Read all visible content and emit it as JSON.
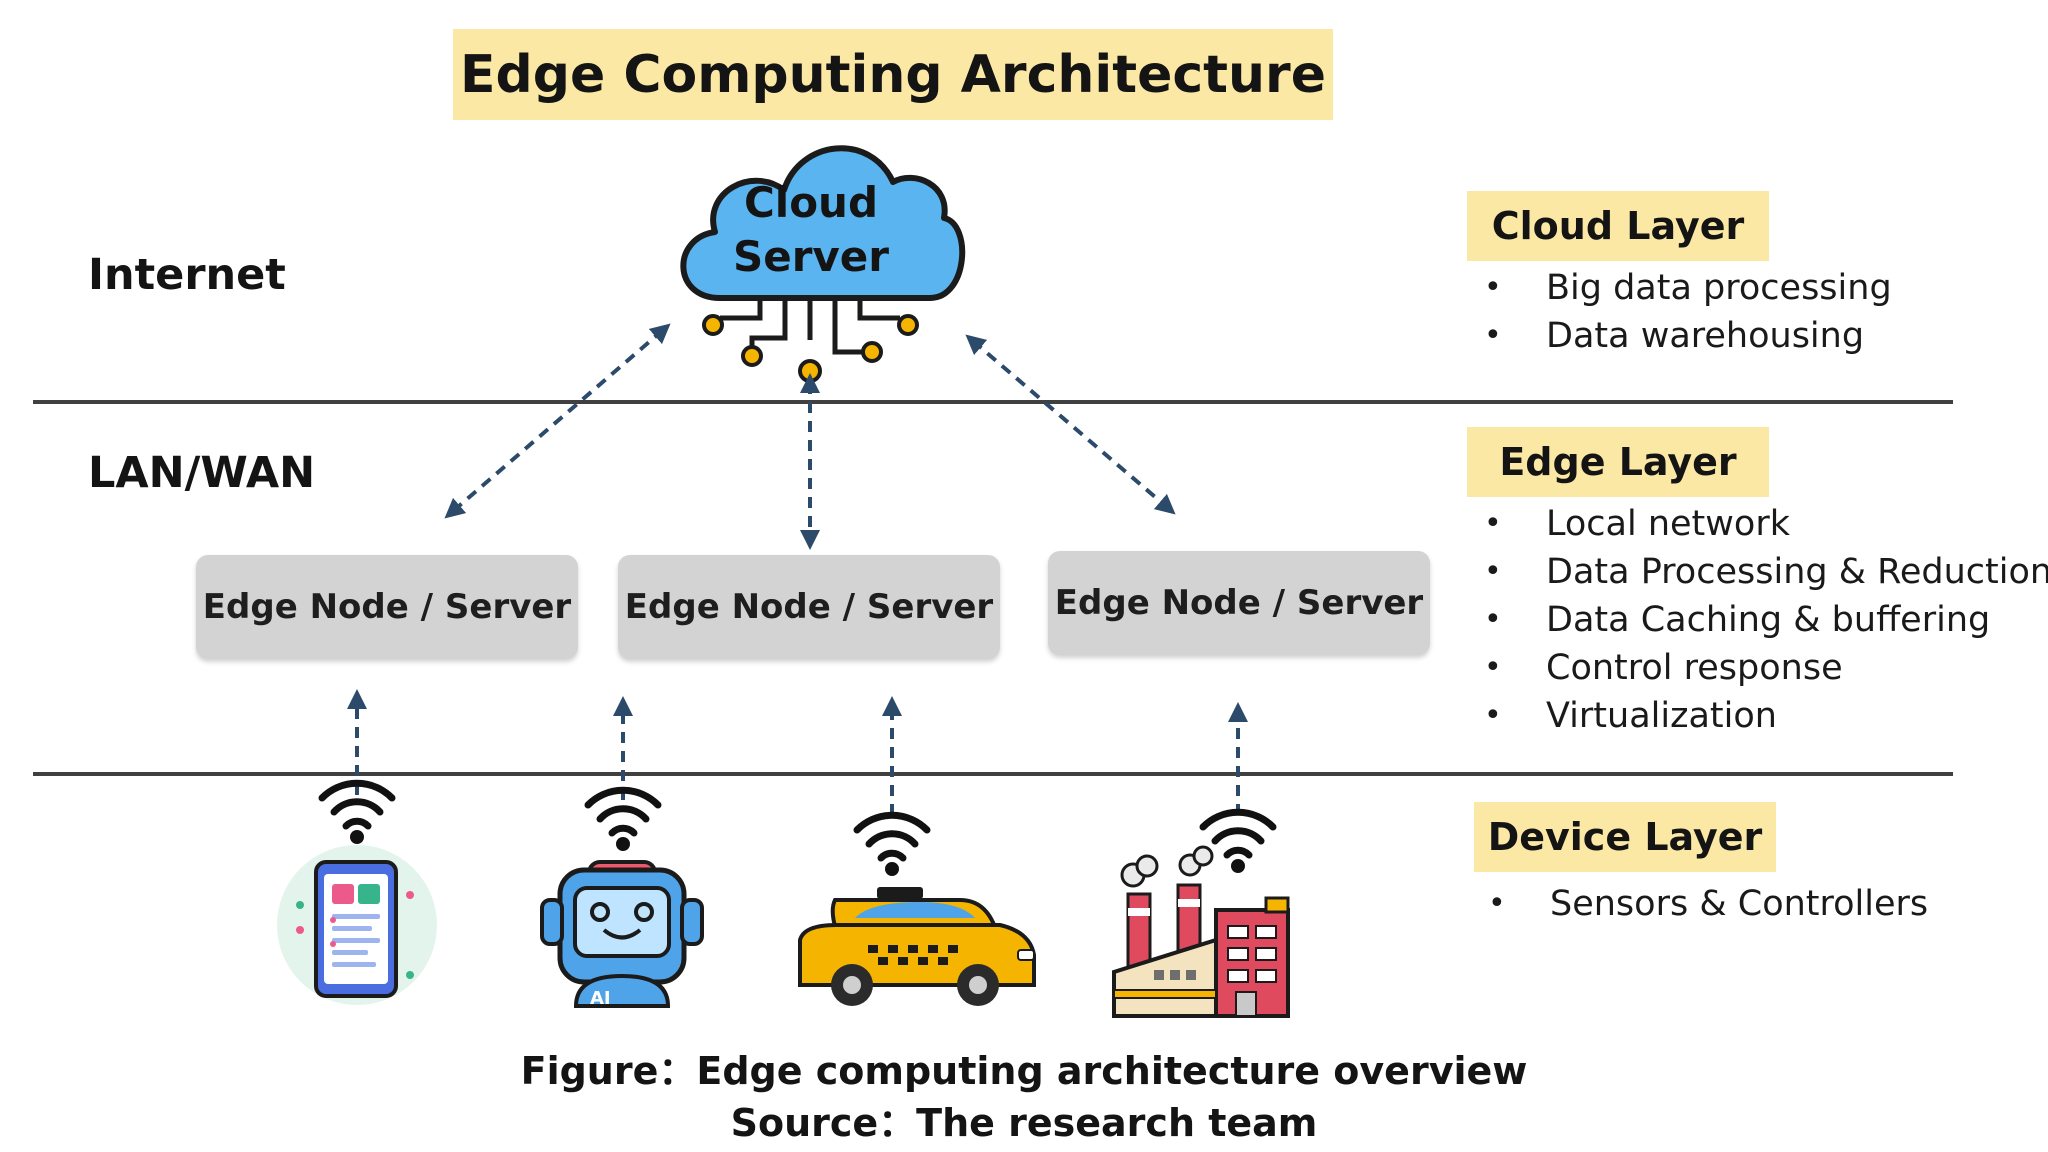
{
  "title": "Edge Computing Architecture",
  "zones": {
    "internet": "Internet",
    "lan_wan": "LAN/WAN"
  },
  "cloud": {
    "line1": "Cloud",
    "line2": "Server"
  },
  "edge_nodes": [
    "Edge Node / Server",
    "Edge Node / Server",
    "Edge Node / Server"
  ],
  "layers": [
    {
      "name": "Cloud Layer",
      "items": [
        "Big data processing",
        "Data warehousing"
      ]
    },
    {
      "name": "Edge Layer",
      "items": [
        "Local network",
        "Data Processing & Reduction",
        "Data Caching & buffering",
        "Control response",
        "Virtualization"
      ]
    },
    {
      "name": "Device Layer",
      "items": [
        "Sensors & Controllers"
      ]
    }
  ],
  "devices": [
    "smartphone-icon",
    "ai-robot-icon",
    "taxi-icon",
    "factory-icon"
  ],
  "caption": {
    "figure": "Figure：Edge computing architecture overview",
    "source": "Source：The research team"
  },
  "colors": {
    "title_bg": "#fbe8a4",
    "node_bg": "#d3d3d3",
    "cloud_fill": "#5ab4f0",
    "arrow": "#2c4a6a",
    "chip": "#f4b400"
  }
}
